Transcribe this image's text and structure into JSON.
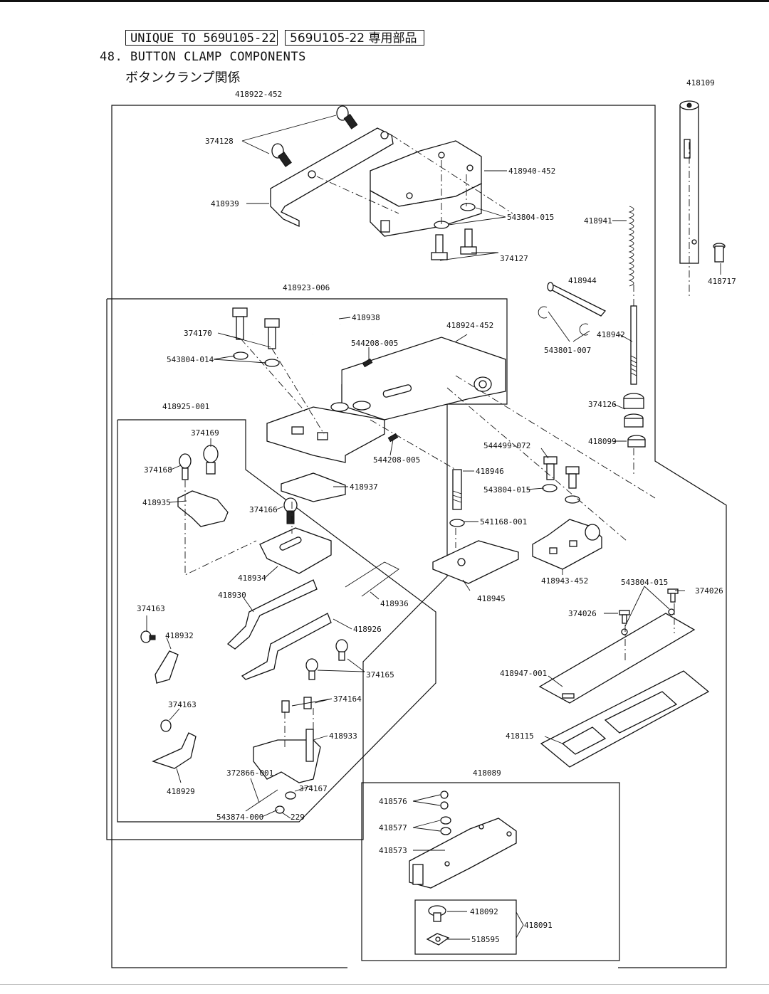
{
  "header": {
    "unique_label": "UNIQUE TO 569U105-22",
    "jp_label": "569U105-22 専用部品",
    "section_title": "48. BUTTON CLAMP COMPONENTS",
    "section_title_jp": "ボタンクランプ関係"
  },
  "assemblies": {
    "top": "418922-452",
    "middle": "418923-006",
    "inner": "418925-001",
    "bottom": "418089",
    "sub": "418091"
  },
  "parts": {
    "p374128": "374128",
    "p418939": "418939",
    "p418940": "418940-452",
    "p543804_015a": "543804-015",
    "p374127": "374127",
    "p418109": "418109",
    "p418941": "418941",
    "p418717": "418717",
    "p418944": "418944",
    "p418942": "418942",
    "p543801": "543801-007",
    "p374126": "374126",
    "p418099": "418099",
    "p418938": "418938",
    "p418924": "418924-452",
    "p374170": "374170",
    "p543804_014": "543804-014",
    "p544208a": "544208-005",
    "p544208b": "544208-005",
    "p544499": "544499-072",
    "p418946": "418946",
    "p543804_015b": "543804-015",
    "p541168": "541168-001",
    "p418937": "418937",
    "p374169": "374169",
    "p374168": "374168",
    "p418935": "418935",
    "p374166": "374166",
    "p418934": "418934",
    "p418936": "418936",
    "p418930": "418930",
    "p374163a": "374163",
    "p418932": "418932",
    "p418926": "418926",
    "p374165": "374165",
    "p374164": "374164",
    "p374163b": "374163",
    "p418933": "418933",
    "p372866": "372866-001",
    "p374167": "374167",
    "p418929": "418929",
    "p543874": "543874-000",
    "p229": "229",
    "p418945": "418945",
    "p418943": "418943-452",
    "p543804_015c": "543804-015",
    "p374026a": "374026",
    "p374026b": "374026",
    "p418947": "418947-001",
    "p418115": "418115",
    "p418576": "418576",
    "p418577": "418577",
    "p418573": "418573",
    "p418092": "418092",
    "p518595": "518595"
  }
}
